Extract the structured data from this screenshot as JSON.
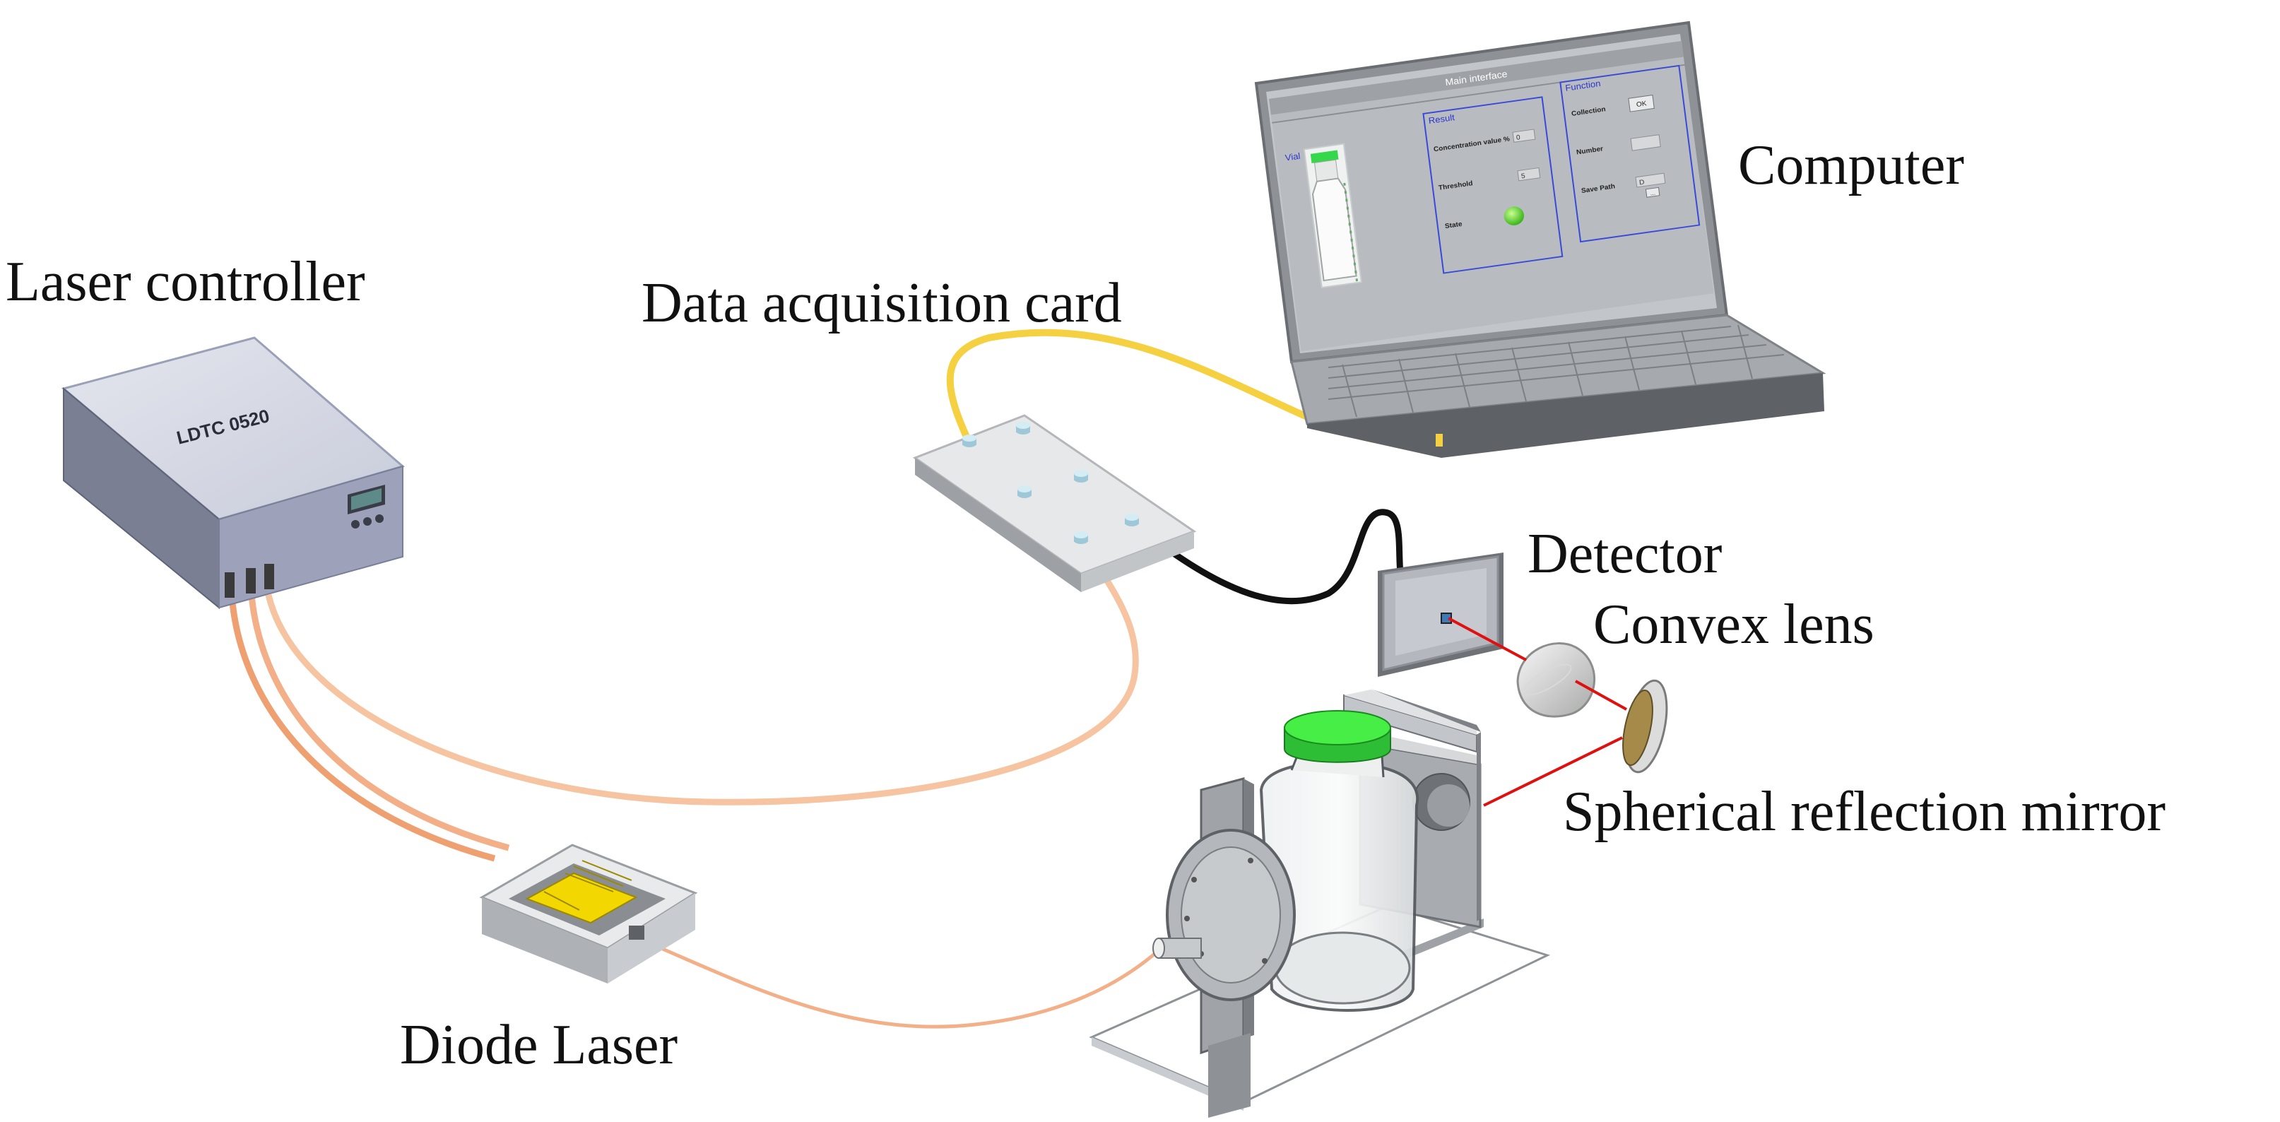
{
  "labels": {
    "laser_controller": "Laser controller",
    "data_acquisition_card": "Data acquisition card",
    "computer": "Computer",
    "detector": "Detector",
    "convex_lens": "Convex lens",
    "spherical_mirror": "Spherical reflection mirror",
    "diode_laser": "Diode Laser"
  },
  "controller": {
    "model": "LDTC  0520"
  },
  "screen": {
    "title": "Main interface",
    "vial_label": "Vial",
    "result_title": "Result",
    "concentration_label": "Concentration value %",
    "concentration_value": "0",
    "threshold_label": "Threshold",
    "threshold_value": "5",
    "state_label": "State",
    "function_title": "Function",
    "collection_label": "Collection",
    "ok_button": "OK",
    "number_label": "Number",
    "save_path_label": "Save Path",
    "save_path_value": "D",
    "browse_button": "..."
  },
  "colors": {
    "laser_beam": "#e01010",
    "optical_fiber": "#f0a878",
    "usb_cable": "#f5d040",
    "signal_cable": "#111111",
    "vial_cap": "#3ce83c",
    "state_led": "#44dd22",
    "controller_body": "#c8cce8",
    "screen_bg": "#b4b8bc",
    "group_border": "#3a4ad8"
  }
}
